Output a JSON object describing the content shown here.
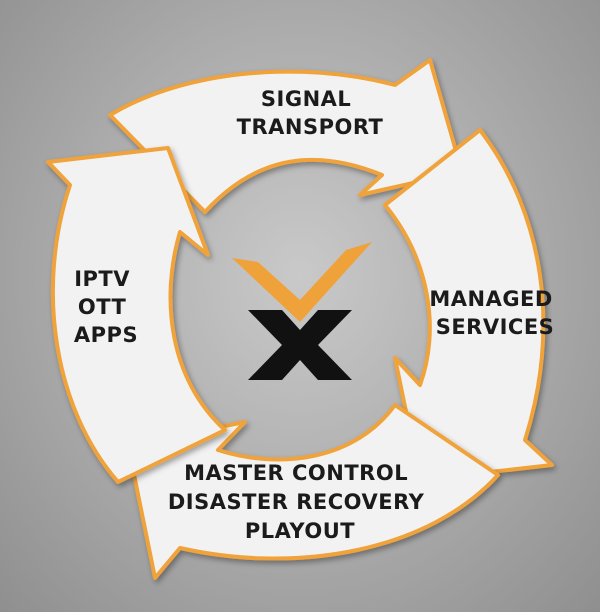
{
  "diagram": {
    "stages": [
      {
        "id": "top",
        "lines": [
          "SIGNAL",
          "TRANSPORT"
        ]
      },
      {
        "id": "right",
        "lines": [
          "MANAGED",
          "SERVICES"
        ]
      },
      {
        "id": "bottom",
        "lines": [
          "MASTER CONTROL",
          "DISASTER RECOVERY",
          "PLAYOUT"
        ]
      },
      {
        "id": "left",
        "lines": [
          "IPTV",
          "OTT",
          "APPS"
        ]
      }
    ],
    "colors": {
      "arrow_fill": "#f2f2f2",
      "arrow_outline": "#f0a23a",
      "logo_orange": "#f0a23a",
      "logo_black": "#111111",
      "text": "#1b1b1b"
    }
  }
}
